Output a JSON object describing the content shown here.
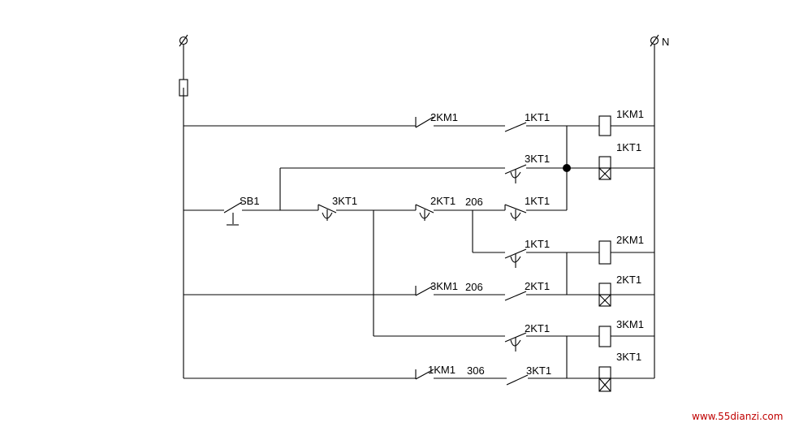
{
  "diagram": {
    "terminals": {
      "neutral": "N"
    },
    "button": "SB1",
    "nodes": [
      "206",
      "206",
      "306"
    ],
    "contacts": {
      "r1_km": "2KM1",
      "r1_kt": "1KT1",
      "r2_kt": "3KT1",
      "r3_kt_a": "3KT1",
      "r3_kt_b": "2KT1",
      "r3_kt_c": "1KT1",
      "r4_kt": "1KT1",
      "r5_km": "3KM1",
      "r5_kt": "2KT1",
      "r6_kt": "2KT1",
      "r7_km": "1KM1",
      "r7_kt": "3KT1"
    },
    "coils": {
      "c1": "1KM1",
      "c2": "1KT1",
      "c3": "2KM1",
      "c4": "2KT1",
      "c5": "3KM1",
      "c6": "3KT1"
    }
  },
  "watermark": "www.55dianzi.com"
}
